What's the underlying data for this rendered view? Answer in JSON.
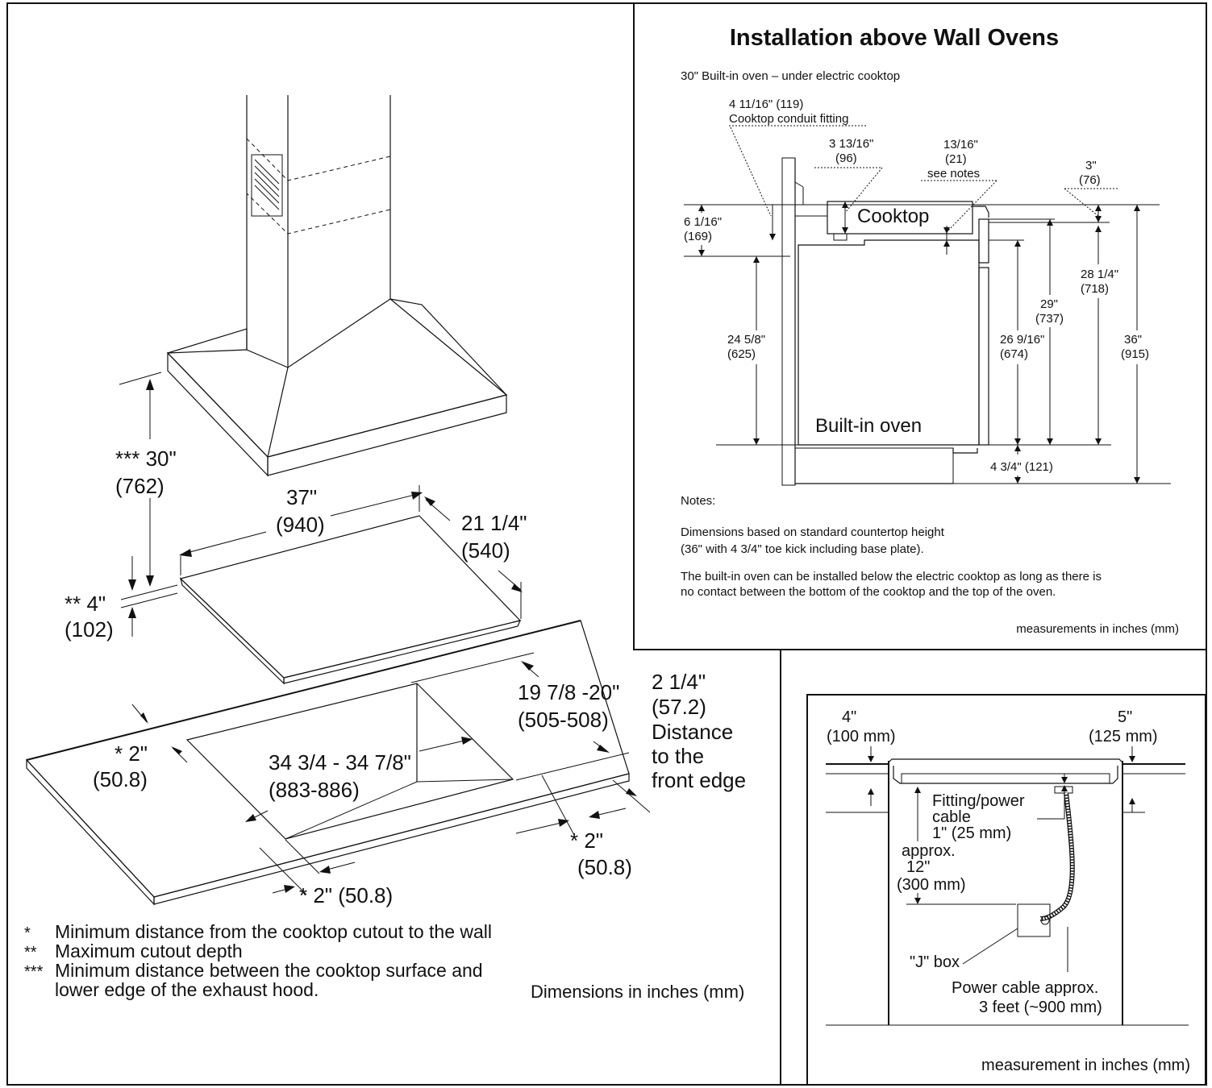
{
  "left": {
    "hood_clearance": "*** 30\"",
    "hood_clearance_mm": "(762)",
    "cooktop_width": "37\"",
    "cooktop_width_mm": "(940)",
    "cooktop_depth": "21 1/4\"",
    "cooktop_depth_mm": "(540)",
    "cutout_depth": "** 4\"",
    "cutout_depth_mm": "(102)",
    "cutout_depth_range": "19 7/8 -20\"",
    "cutout_depth_range_mm": "(505-508)",
    "front_edge": "2 1/4\"",
    "front_edge_mm": "(57.2)",
    "front_edge_l1": "Distance",
    "front_edge_l2": "to the",
    "front_edge_l3": "front edge",
    "side_left": "* 2\"",
    "side_left_mm": "(50.8)",
    "cutout_width": "34 3/4 - 34 7/8\"",
    "cutout_width_mm": "(883-886)",
    "side_right": "* 2\"",
    "side_right_mm": "(50.8)",
    "bottom_clear": "* 2\" (50.8)",
    "notes": [
      {
        "sym": "*",
        "text": "Minimum distance from the cooktop cutout to the wall"
      },
      {
        "sym": "**",
        "text": "Maximum cutout depth"
      },
      {
        "sym": "***",
        "text": "Minimum distance between the cooktop surface and"
      },
      {
        "sym": "",
        "text": "lower edge of the exhaust hood."
      }
    ],
    "units": "Dimensions in inches (mm)"
  },
  "wall_ovens": {
    "title": "Installation above Wall Ovens",
    "subtitle": "30\" Built-in oven – under electric cooktop",
    "conduit_dim": "4 11/16\" (119)",
    "conduit_label": "Cooktop conduit fitting",
    "d1": "3 13/16\"",
    "d1_mm": "(96)",
    "d2": "13/16\"",
    "d2_mm": "(21)",
    "d2_note": "see notes",
    "d3": "3\"",
    "d3_mm": "(76)",
    "d4": "6 1/16\"",
    "d4_mm": "(169)",
    "cooktop": "Cooktop",
    "oven": "Built-in oven",
    "d5": "24 5/8\"",
    "d5_mm": "(625)",
    "d6": "26 9/16\"",
    "d6_mm": "(674)",
    "d7": "29\"",
    "d7_mm": "(737)",
    "d8": "28 1/4\"",
    "d8_mm": "(718)",
    "d9": "36\"",
    "d9_mm": "(915)",
    "d10": "4 3/4\" (121)",
    "notes_head": "Notes:",
    "note1a": "Dimensions based on standard countertop height",
    "note1b": "(36\" with 4 3/4\" toe kick including base plate).",
    "note2a": "The built-in oven can be installed below the electric cooktop as long as there is",
    "note2b": "no contact between the bottom of the cooktop and the top of the oven.",
    "units": "measurements in inches (mm)"
  },
  "side": {
    "left_dim": "4\"",
    "left_dim_mm": "(100 mm)",
    "right_dim": "5\"",
    "right_dim_mm": "(125 mm)",
    "fitting_l1": "Fitting/power",
    "fitting_l2": "cable",
    "fitting_l3": "1\" (25 mm)",
    "approx_l1": "approx.",
    "approx_l2": "12\"",
    "approx_l3": "(300 mm)",
    "jbox": "\"J\" box",
    "cable_l1": "Power cable approx.",
    "cable_l2": "3 feet (~900 mm)",
    "units": "measurement in inches (mm)"
  }
}
